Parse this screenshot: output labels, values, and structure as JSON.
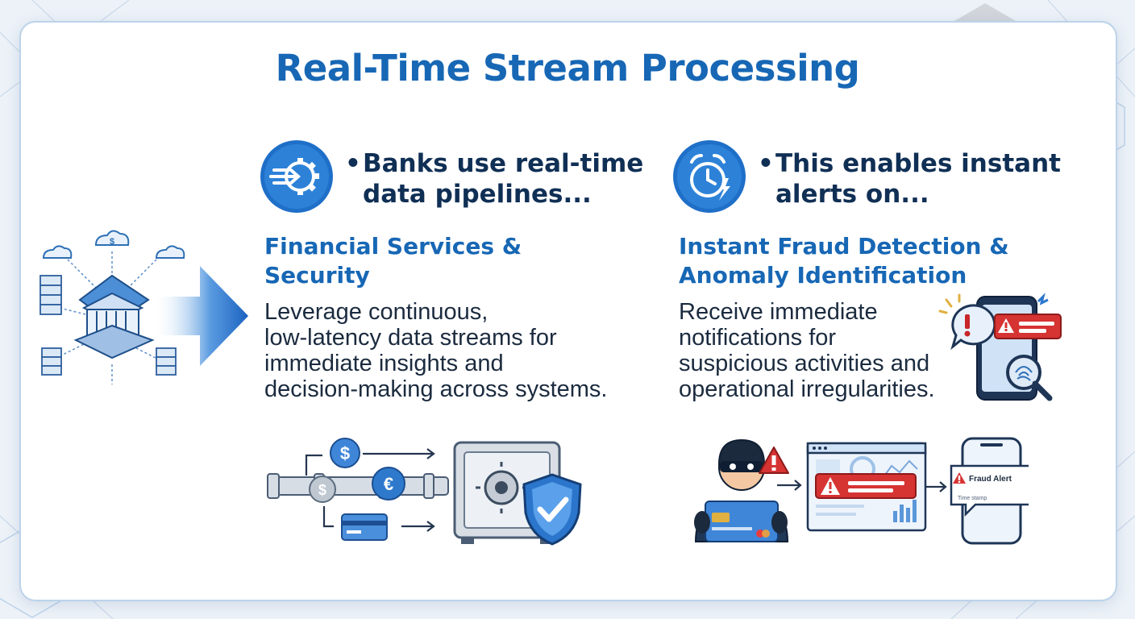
{
  "title": "Real-Time Stream Processing",
  "left": {
    "bullet_line1": "Banks use real-time",
    "bullet_line2": "data pipelines...",
    "heading_line1": "Financial Services &",
    "heading_line2": "Security",
    "desc_lines": [
      "Leverage continuous,",
      "low-latency data streams for",
      "immediate insights and",
      "decision-making across systems."
    ]
  },
  "right": {
    "bullet_line1": "This enables instant",
    "bullet_line2": "alerts on...",
    "heading_line1": "Instant Fraud Detection &",
    "heading_line2": "Anomaly Identification",
    "desc_lines": [
      "Receive immediate",
      "notifications for",
      "suspicious activities and",
      "operational irregularities."
    ]
  },
  "alert_card": {
    "title": "Fraud Alert",
    "subtitle": "Time stamp"
  },
  "icons": {
    "left_circle": "gear-arrow-icon",
    "right_circle": "alarm-clock-icon",
    "bank": "bank-network-icon",
    "arrow": "big-arrow-icon",
    "pipeline": "money-pipeline-icon",
    "vault": "safe-vault-icon",
    "shield": "shield-check-icon",
    "phone": "phone-alert-icon",
    "thief": "thief-icon",
    "dashboard": "dashboard-alert-icon"
  },
  "colors": {
    "title": "#1767b5",
    "heading": "#1767b5",
    "bullet": "#102f55",
    "alert": "#d63333",
    "accent_blue": "#1f6fc8"
  }
}
